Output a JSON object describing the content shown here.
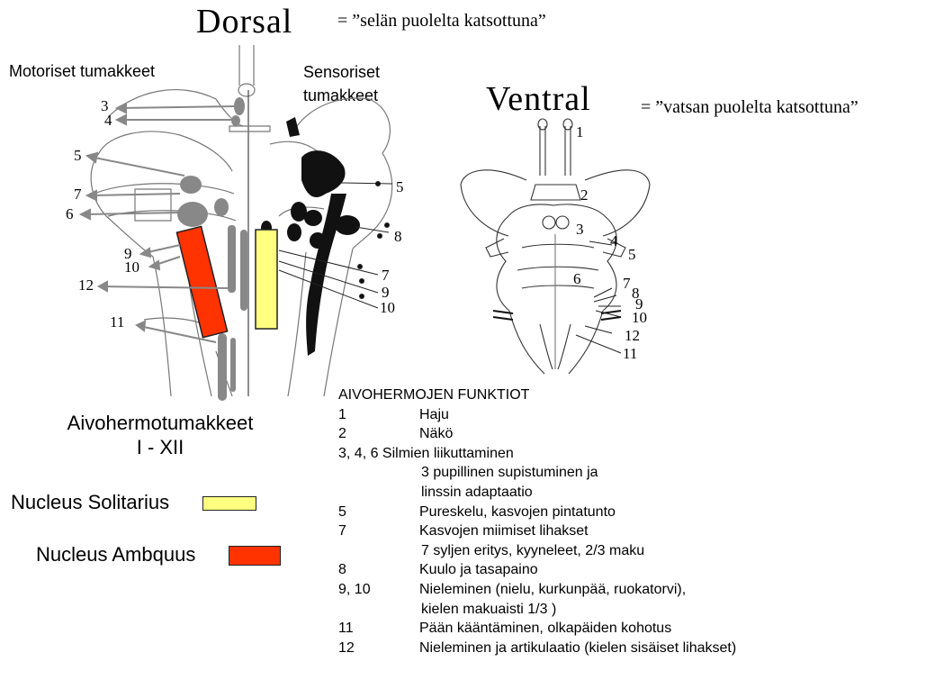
{
  "dorsal": {
    "title": "Dorsal",
    "note": "= ”selän puolelta katsottuna”",
    "motor_label": "Motoriset tumakkeet",
    "sensory_label_1": "Sensoriset",
    "sensory_label_2": "tumakkeet",
    "left_numbers": [
      "3",
      "4",
      "5",
      "7",
      "6",
      "9",
      "10",
      "12",
      "11"
    ],
    "right_numbers": [
      "5",
      "8",
      "7",
      "9",
      "10"
    ]
  },
  "ventral": {
    "title": "Ventral",
    "note": "= ”vatsan puolelta katsottuna”",
    "numbers": [
      "1",
      "2",
      "3",
      "4",
      "5",
      "6",
      "7",
      "8",
      "9",
      "10",
      "12",
      "11"
    ]
  },
  "caption": {
    "line1": "Aivohermotumakkeet",
    "line2": "I - XII"
  },
  "legend": {
    "solitarius": "Nucleus Solitarius",
    "ambiguus": "Nucleus Ambquus",
    "solitarius_color": "#ffff80",
    "ambiguus_color": "#ff3300"
  },
  "functions": {
    "title": "AIVOHERMOJEN FUNKTIOT",
    "rows": [
      {
        "num": "1",
        "text": "Haju"
      },
      {
        "num": "2",
        "text": "Näkö"
      },
      {
        "full": "3, 4, 6 Silmien liikuttaminen"
      },
      {
        "sub": "3  pupillinen supistuminen ja"
      },
      {
        "sub": "linssin adaptaatio"
      },
      {
        "num": "5",
        "text": "Pureskelu, kasvojen pintatunto"
      },
      {
        "num": "7",
        "text": "Kasvojen miimiset lihakset"
      },
      {
        "sub": "7  syljen eritys,  kyyneleet, 2/3 maku"
      },
      {
        "num": "8",
        "text": "Kuulo ja tasapaino"
      },
      {
        "num": "9, 10",
        "text": "Nieleminen (nielu, kurkunpää, ruokatorvi),"
      },
      {
        "sub": "kielen makuaisti 1/3 )"
      },
      {
        "num": "11",
        "text": "Pään kääntäminen, olkapäiden kohotus"
      },
      {
        "num": "12",
        "text": "Nieleminen ja artikulaatio (kielen sisäiset lihakset)"
      }
    ]
  }
}
